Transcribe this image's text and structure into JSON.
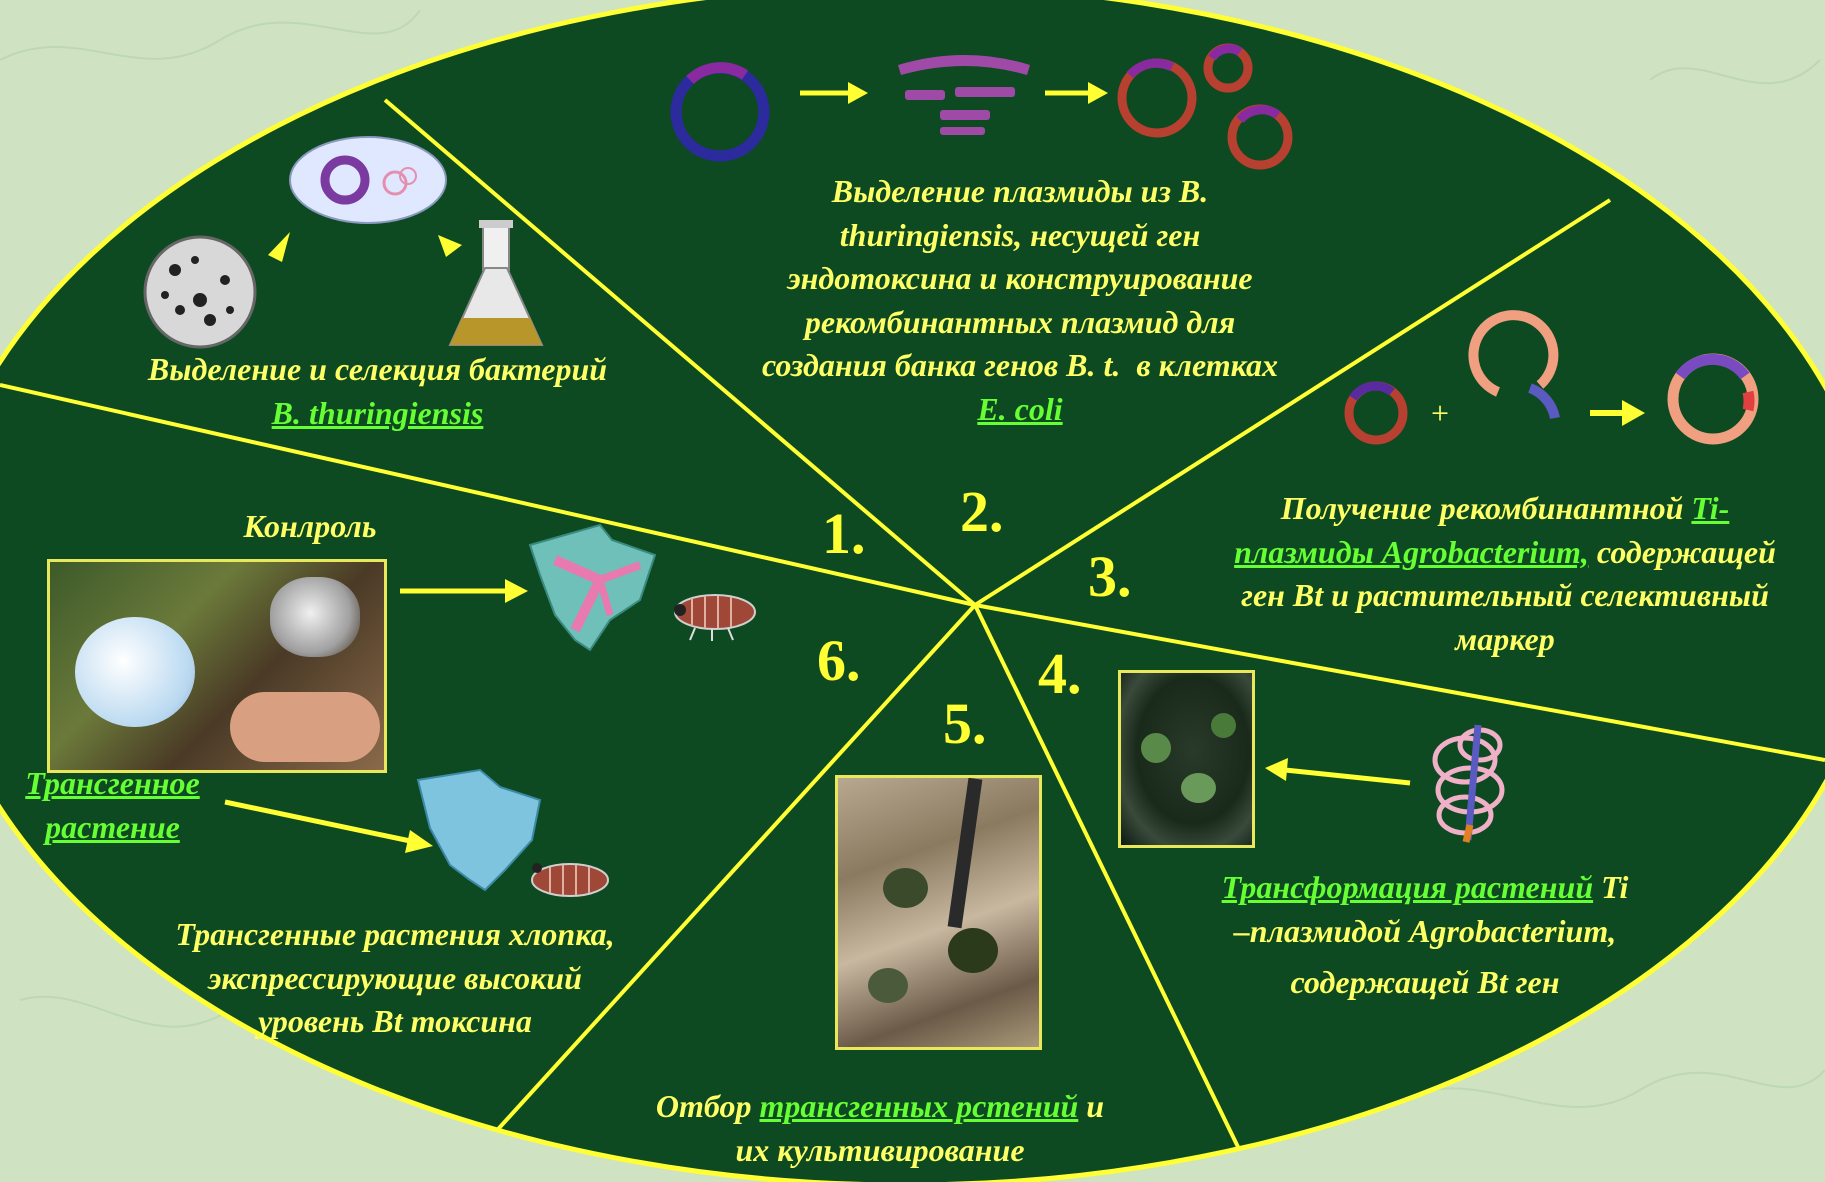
{
  "colors": {
    "background": "#cfe3c2",
    "ellipse_fill": "#0d4a22",
    "divider_lines": "#ffff33",
    "text": "#ffff66",
    "link_text": "#66ff33"
  },
  "steps": {
    "s1": {
      "number": "1.",
      "line1": "Выделение и селекция бактерий",
      "link": "B. thuringiensis"
    },
    "s2": {
      "number": "2.",
      "lines": [
        "Выделение плазмиды из B.",
        "thuringiensis, несущей ген",
        "эндотоксина и конструирование",
        "рекомбинантных плазмид для",
        "создания банка генов B. t.  в клетках"
      ],
      "link": "E. coli"
    },
    "s3": {
      "number": "3.",
      "pre": "Получение рекомбинантной ",
      "link_a": "Ti-",
      "link_b": "плазмиды Agrobacterium,",
      "post": " содержащей",
      "line3": "ген Bt и растительный селективный",
      "line4": "маркер"
    },
    "s4": {
      "number": "4.",
      "link": "Трансформация растений",
      "post": " Ti",
      "line2": "–плазмидой Agrobacterium,",
      "line3": "содержащей Bt ген"
    },
    "s5": {
      "number": "5.",
      "pre": "Отбор ",
      "link": "трансгенных рстений",
      "post": " и",
      "line2": "их культивирование"
    },
    "s6": {
      "number": "6.",
      "control": "Конлроль",
      "transgenic_a": "Трансгенное",
      "transgenic_b": "растение",
      "lines": [
        "Трансгенные растения хлопка,",
        "экспрессирующие высокий",
        "уровень Bt токсина"
      ]
    },
    "plus_sign": "+"
  }
}
